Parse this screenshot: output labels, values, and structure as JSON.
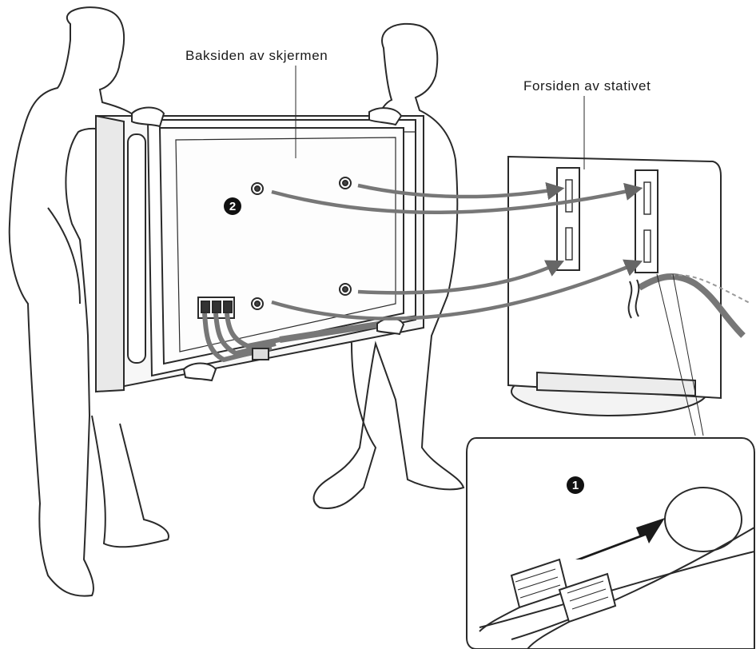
{
  "labels": {
    "display_back": "Baksiden av skjermen",
    "stand_front": "Forsiden av stativet"
  },
  "steps": {
    "step1": "1",
    "step2": "2"
  },
  "colors": {
    "line": "#2a2a2a",
    "arrow": "#777777",
    "background": "#ffffff"
  },
  "icons": [
    "person-icon",
    "display-panel-icon",
    "stand-icon",
    "cable-connector-icon",
    "push-arrow-icon"
  ]
}
